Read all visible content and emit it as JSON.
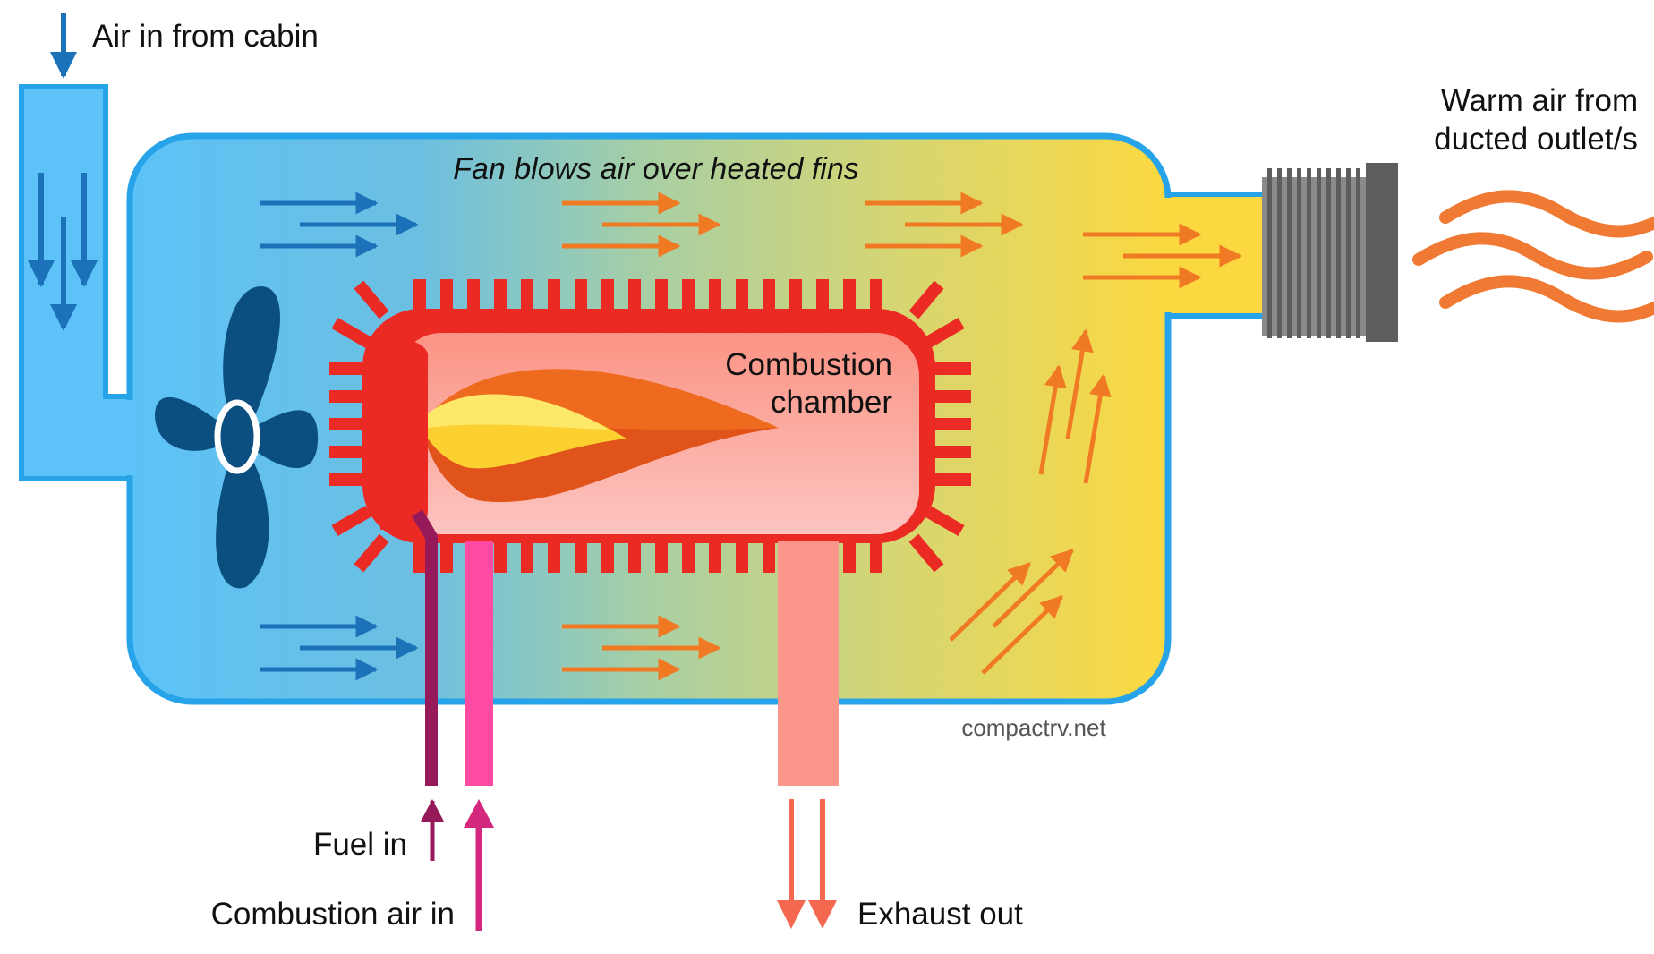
{
  "labels": {
    "air_in": "Air in from cabin",
    "warm_air_line1": "Warm air from",
    "warm_air_line2": "ducted outlet/s",
    "fan_caption": "Fan blows air over heated fins",
    "chamber_line1": "Combustion",
    "chamber_line2": "chamber",
    "fuel_in": "Fuel in",
    "combustion_air_in": "Combustion air in",
    "exhaust_out": "Exhaust out",
    "credit": "compactrv.net"
  },
  "colors": {
    "housing_cold": "#5cc2f7",
    "housing_warm": "#fbd840",
    "housing_outline": "#27a3ea",
    "fin_red": "#ec2a24",
    "chamber_inner": "#fba597",
    "flame_orange": "#ee6a1e",
    "flame_yellow": "#fde04a",
    "blue_arrow": "#1b72b8",
    "orange_arrow": "#f07a24",
    "fan_blue": "#0a4f80",
    "fuel_line": "#96195a",
    "combustion_air_line": "#ff4aa2",
    "exhaust_pipe": "#fb968b",
    "exhaust_arrow": "#f4684f",
    "outlet_grey": "#8a8a8a",
    "outlet_dark": "#5d5d5d",
    "warm_wave": "#f07a34"
  },
  "icons": {
    "fan": "fan-icon",
    "flame": "flame-icon",
    "warm_waves": "heat-waves-icon"
  }
}
